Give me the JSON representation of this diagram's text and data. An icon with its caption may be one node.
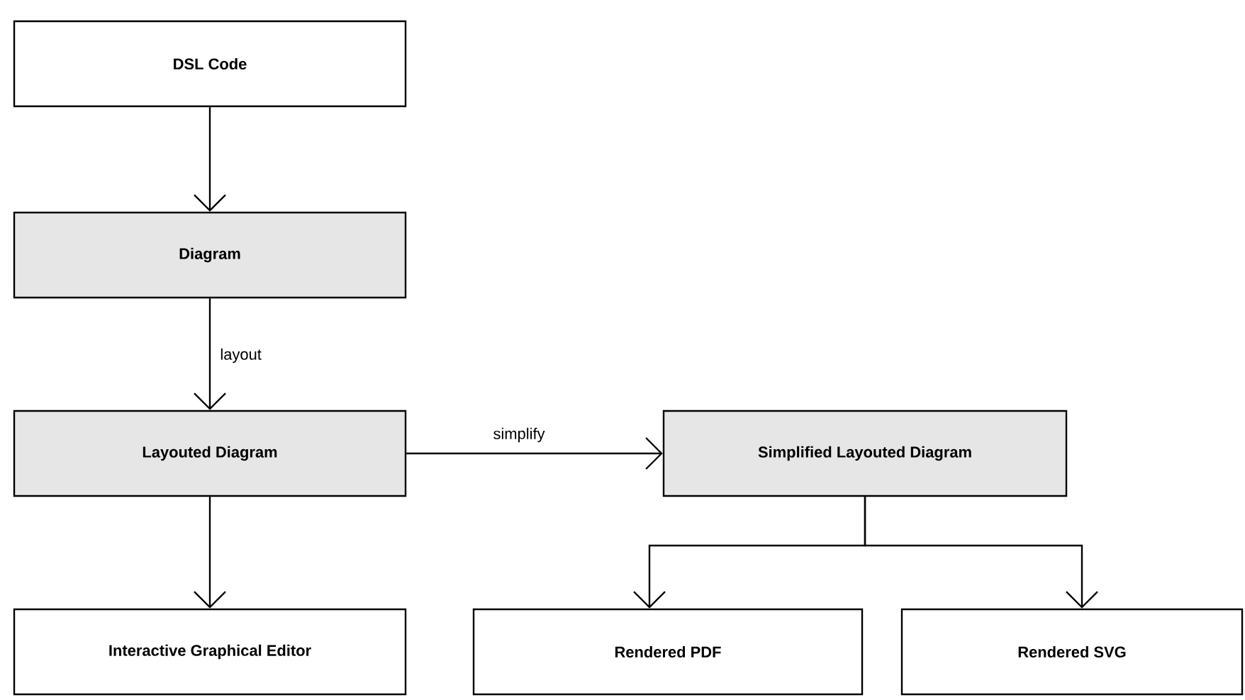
{
  "diagram": {
    "nodes": [
      {
        "text": [
          "DSL Code"
        ]
      },
      {
        "text": [
          "Diagram"
        ]
      },
      {
        "text": [
          "Layouted Diagram"
        ]
      },
      {
        "text": [
          "Simplified Layouted Diagram"
        ]
      },
      {
        "text": [
          "Interactive Graphical Editor"
        ]
      },
      {
        "text": [
          "Rendered PDF"
        ]
      },
      {
        "text": [
          "Rendered SVG"
        ]
      }
    ],
    "edges": [
      {
        "from": 0,
        "to": 1,
        "arrow": "to"
      },
      {
        "from": 1,
        "to": 2,
        "arrow": "to",
        "label": "layout"
      },
      {
        "from": 2,
        "to": 3,
        "arrow": "to",
        "label": "simplify"
      },
      {
        "from": 2,
        "to": 4,
        "arrow": "to"
      },
      {
        "from": 3,
        "to": 5,
        "arrow": "to"
      },
      {
        "from": 3,
        "to": 6,
        "arrow": "to"
      }
    ]
  }
}
